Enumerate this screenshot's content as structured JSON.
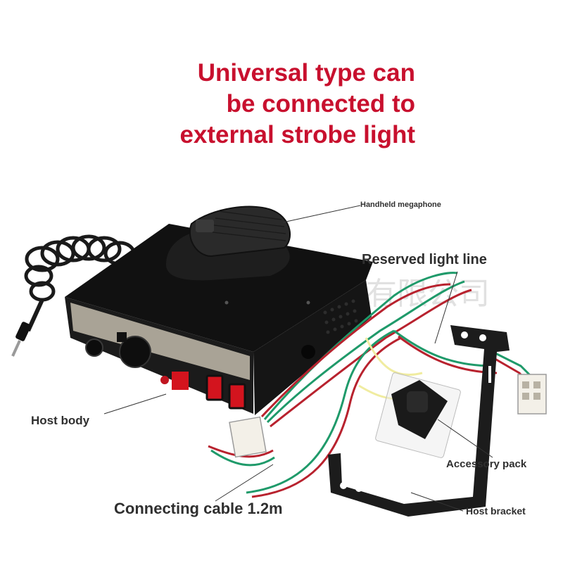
{
  "headline": {
    "line1": "Universal type can",
    "line2": "be connected to",
    "line3": "external strobe light"
  },
  "watermark": "有限公司",
  "callouts": {
    "megaphone": "Handheld megaphone",
    "light_line": "Reserved light line",
    "host_body": "Host body",
    "accessory_pack": "Accessory pack",
    "cable": "Connecting cable 1.2m",
    "bracket": "Host bracket"
  },
  "colors": {
    "headline": "#c8102e",
    "label": "#2f2f2f",
    "body": "#1b1b1b",
    "switch_red": "#d3141e",
    "wire_green": "#1f9a6a",
    "wire_red": "#b8222e"
  }
}
